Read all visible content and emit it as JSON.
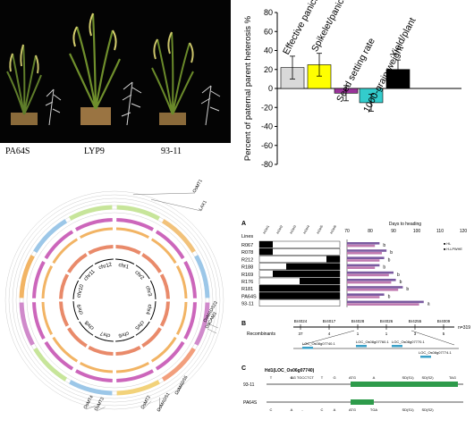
{
  "photo": {
    "labels": [
      "PA64S",
      "LYP9",
      "93-11"
    ]
  },
  "chart_data": {
    "type": "bar",
    "categories": [
      "Effective panicle/plant",
      "Spikelet/panicle",
      "Seed setting rate",
      "1000-grain weight",
      "Yield/plant"
    ],
    "values": [
      22,
      25,
      -5,
      -15,
      20
    ],
    "errors": [
      12,
      12,
      8,
      9,
      10
    ],
    "colors": [
      "#d9d9d9",
      "#ffff00",
      "#993399",
      "#33cccc",
      "#000000"
    ],
    "ylabel": "Percent of paternal parent heterosis %",
    "ylim": [
      -80,
      80
    ],
    "yticks": [
      80,
      60,
      40,
      20,
      0,
      -20,
      -40,
      -60,
      -80
    ]
  },
  "circos": {
    "chromosomes": [
      "chr1",
      "chr2",
      "chr3",
      "chr4",
      "chr5",
      "chr6",
      "chr7",
      "chr8",
      "chr9",
      "chr10",
      "chr11",
      "chr12"
    ],
    "genes": [
      "OsMT1",
      "LAX1",
      "OsMADS22",
      "OsCAM3",
      "OsMADS5",
      "OsMT2",
      "OsMADS1",
      "OsMT3",
      "OsMT4"
    ]
  },
  "panelA": {
    "letter": "A",
    "header": "Lines",
    "xlabel": "Days to heading",
    "xticks": [
      "70",
      "80",
      "90",
      "100",
      "110",
      "120"
    ],
    "legend": [
      "HL",
      "H-LPWHE"
    ],
    "lines": [
      "R067",
      "R078",
      "R212",
      "R188",
      "R169",
      "R176",
      "R181",
      "PA64S",
      "93-11"
    ],
    "markers": [
      "InDel1",
      "InDel2",
      "InDel3",
      "InDel4",
      "InDel5",
      "InDel6"
    ],
    "values": [
      84,
      87,
      86,
      84,
      90,
      91,
      94,
      86,
      103
    ],
    "sig": [
      "b",
      "b",
      "b",
      "b",
      "b",
      "b",
      "b",
      "b",
      "a"
    ]
  },
  "panelB": {
    "letter": "B",
    "markers": [
      "Br4024",
      "Br4017",
      "Br4028",
      "Br4026",
      "Br4255",
      "Br4009"
    ],
    "recomb_label": "Recombinants",
    "recomb_values": [
      "37",
      "4",
      "1",
      "1",
      "3",
      "5"
    ],
    "n_label": "n=319",
    "genes": [
      "LOC_Os08g07740.1",
      "LOC_Os08g07760.1",
      "LOC_Os08g07770.1",
      "LOC_Os08g07774.1"
    ]
  },
  "panelC": {
    "letter": "C",
    "title": "Hd1(LOC_Os06g07740)",
    "lines": [
      "93-11",
      "PA64S"
    ],
    "top_labels": [
      "T",
      "G",
      "AG TGCCTCT",
      "T",
      "G",
      "ATG",
      "A",
      "SD(S1)",
      "SD(S2)",
      "TAG"
    ],
    "bottom_labels": [
      "C",
      "A",
      "-",
      "C",
      "A",
      "ATG",
      "TGA",
      "SD(S1)",
      "SD(S2)"
    ]
  }
}
